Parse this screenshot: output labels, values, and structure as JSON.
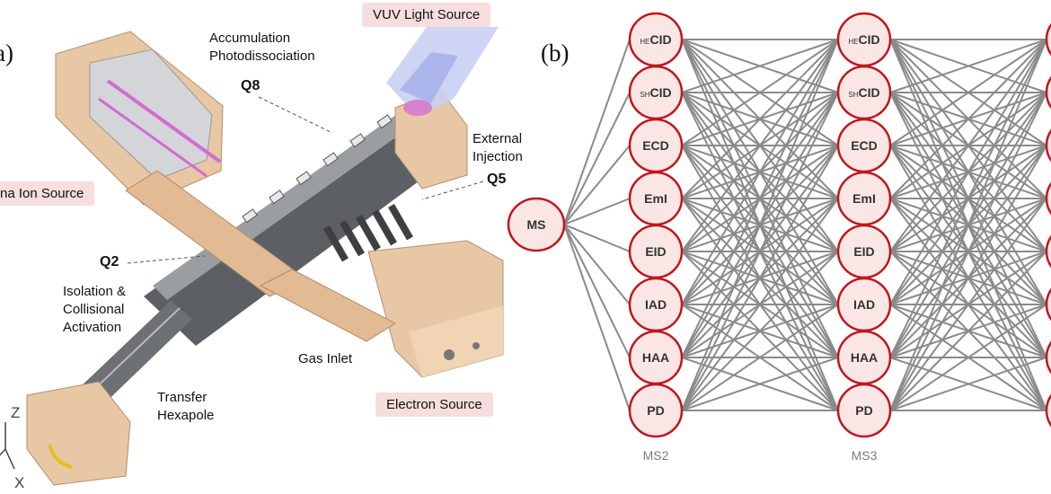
{
  "panel_a": {
    "letter": "a)",
    "labels": {
      "accumulation": "Accumulation",
      "photodissociation": "Photodissociation",
      "q8": "Q8",
      "external": "External",
      "injection": "Injection",
      "q5": "Q5",
      "q2": "Q2",
      "isolation": "Isolation &",
      "collisional": "Collisional",
      "activation": "Activation",
      "gas_inlet": "Gas Inlet",
      "transfer": "Transfer",
      "hexapole": "Hexapole"
    },
    "tags": {
      "vuv": "VUV Light Source",
      "ion_source": "na Ion Source",
      "electron_source": "Electron Source"
    },
    "axes": {
      "z": "Z",
      "x": "X"
    }
  },
  "panel_b": {
    "letter": "(b)",
    "root": "MS",
    "columns": [
      {
        "label": "MS2",
        "nodes": [
          {
            "prefix": "HE",
            "text": "CID"
          },
          {
            "prefix": "SH",
            "text": "CID"
          },
          {
            "prefix": "",
            "text": "ECD"
          },
          {
            "prefix": "",
            "text": "EmI"
          },
          {
            "prefix": "",
            "text": "EID"
          },
          {
            "prefix": "",
            "text": "IAD"
          },
          {
            "prefix": "",
            "text": "HAA"
          },
          {
            "prefix": "",
            "text": "PD"
          }
        ]
      },
      {
        "label": "MS3",
        "nodes": [
          {
            "prefix": "HE",
            "text": "CID"
          },
          {
            "prefix": "SH",
            "text": "CID"
          },
          {
            "prefix": "",
            "text": "ECD"
          },
          {
            "prefix": "",
            "text": "EmI"
          },
          {
            "prefix": "",
            "text": "EID"
          },
          {
            "prefix": "",
            "text": "IAD"
          },
          {
            "prefix": "",
            "text": "HAA"
          },
          {
            "prefix": "",
            "text": "PD"
          }
        ]
      }
    ],
    "colors": {
      "node_fill": "#fbe6e6",
      "node_stroke": "#c0161d",
      "edge": "#8a8a8a",
      "column_label": "#7a7a7a"
    }
  }
}
